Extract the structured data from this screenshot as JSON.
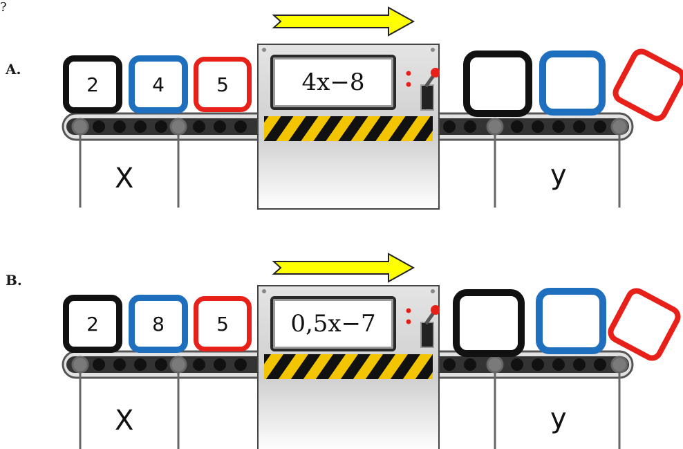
{
  "corner_mark": "?",
  "problems": [
    {
      "label": "A.",
      "inputs": [
        {
          "value": "2",
          "color": "#111111"
        },
        {
          "value": "4",
          "color": "#1f6fbf"
        },
        {
          "value": "5",
          "color": "#e8201a"
        }
      ],
      "function": "4x−8",
      "outputs": [
        {
          "value": "",
          "color": "#111111"
        },
        {
          "value": "",
          "color": "#1f6fbf"
        },
        {
          "value": "",
          "color": "#e8201a"
        }
      ],
      "input_var": "X",
      "output_var": "y"
    },
    {
      "label": "B.",
      "inputs": [
        {
          "value": "2",
          "color": "#111111"
        },
        {
          "value": "8",
          "color": "#1f6fbf"
        },
        {
          "value": "5",
          "color": "#e8201a"
        }
      ],
      "function": "0,5x−7",
      "outputs": [
        {
          "value": "",
          "color": "#111111"
        },
        {
          "value": "",
          "color": "#1f6fbf"
        },
        {
          "value": "",
          "color": "#e8201a"
        }
      ],
      "input_var": "X",
      "output_var": "y"
    }
  ],
  "colors": {
    "arrow_fill": "#ffff00",
    "arrow_stroke": "#222222",
    "hazard_yellow": "#f2c500",
    "machine_gray": "#d6d6d6"
  }
}
